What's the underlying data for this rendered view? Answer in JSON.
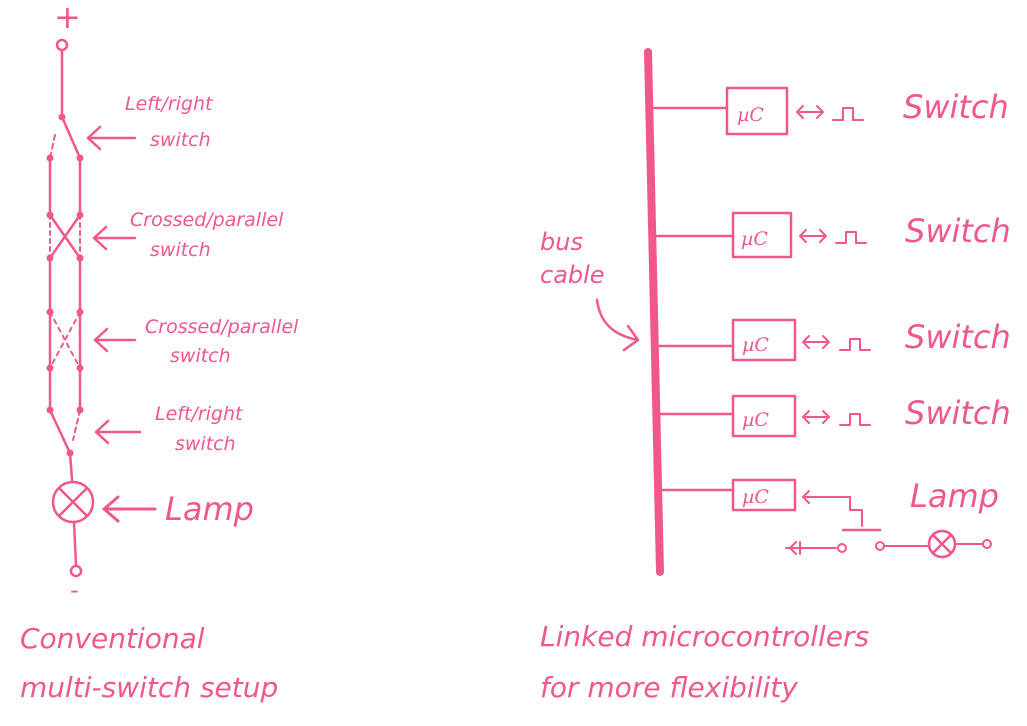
{
  "conventional": {
    "plus_sign": "+",
    "minus_sign": "-",
    "labels": [
      [
        "Left/right",
        "switch"
      ],
      [
        "Crossed/parallel",
        "switch"
      ],
      [
        "Crossed/parallel",
        "switch"
      ],
      [
        "Left/right",
        "switch"
      ]
    ],
    "lamp_label": "Lamp",
    "caption": [
      "Conventional",
      "multi-switch setup"
    ]
  },
  "linked": {
    "bus_label": [
      "bus",
      "cable"
    ],
    "nodes": [
      {
        "mcu": "µC",
        "device": "Switch"
      },
      {
        "mcu": "µC",
        "device": "Switch"
      },
      {
        "mcu": "µC",
        "device": "Switch"
      },
      {
        "mcu": "µC",
        "device": "Switch"
      },
      {
        "mcu": "µC",
        "device": "Lamp"
      }
    ],
    "caption": [
      "Linked microcontrollers",
      "for more flexibility"
    ]
  },
  "colors": {
    "ink": "#f0588a",
    "background": "#ffffff"
  }
}
